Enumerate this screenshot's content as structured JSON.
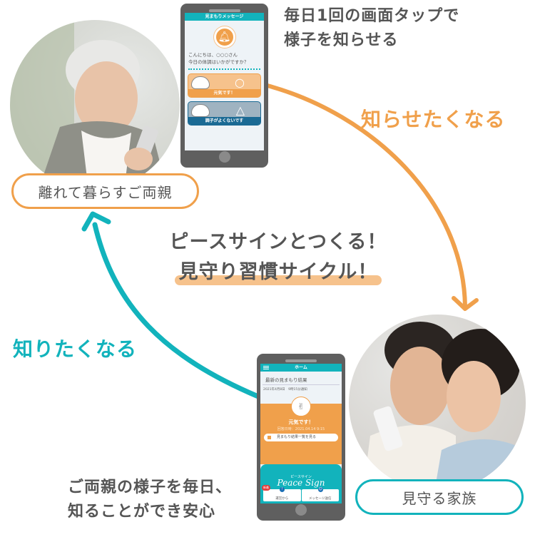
{
  "colors": {
    "orange": "#f0a04b",
    "teal": "#12b3bc",
    "text": "#555555",
    "highlight": "#f6c28c",
    "navy": "#1b6a94"
  },
  "captions": {
    "top_line1": "毎日1回の画面タップで",
    "top_line2": "様子を知らせる",
    "bottom_line1": "ご両親の様子を毎日、",
    "bottom_line2": "知ることができ安心"
  },
  "cycle": {
    "to_family_label": "知らせたくなる",
    "to_parent_label": "知りたくなる"
  },
  "center_title": {
    "line1": "ピースサインとつくる！",
    "line2": "見守り習慣サイクル！"
  },
  "labels": {
    "parent": "離れて暮らすご両親",
    "family": "見守る家族"
  },
  "photos": {
    "parent_alt": "elderly-woman-smiling-with-smartphone",
    "family_alt": "couple-looking-at-smartphone"
  },
  "phone_parent": {
    "header": "見まもりメッセージ",
    "icon": "bell-icon",
    "greeting_line1": "こんにちは、○○○さん",
    "greeting_line2": "今日の体調はいかがですか？",
    "choices": [
      {
        "symbol": "○",
        "label": "元気です！"
      },
      {
        "symbol": "△",
        "label": "調子がよくないです"
      }
    ]
  },
  "phone_family": {
    "header": "ホーム",
    "result_title": "最新の見まもり結果",
    "result_date": "2021年4月8日　9時15分通知",
    "status": "元気です！",
    "answered_at": "回答日時：2021.04.14 9:15",
    "list_button": "見まもり結果一覧を見る",
    "logo_small": "ピースサイン",
    "logo": "Peace Sign",
    "new_badge": "新着",
    "buttons": [
      {
        "label": "運営から",
        "icon": "!"
      },
      {
        "label": "メッセージ送信",
        "icon": "☺"
      }
    ]
  }
}
